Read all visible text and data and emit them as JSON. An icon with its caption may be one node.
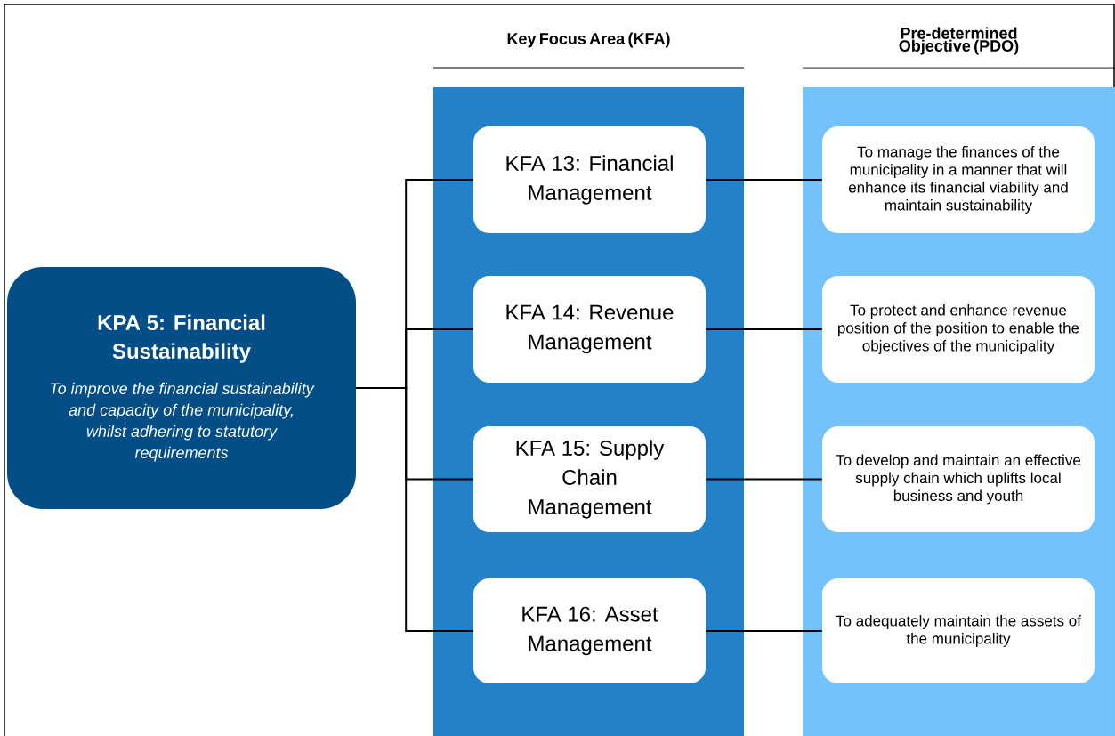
{
  "diagram": {
    "nodes": [
      {
        "text": [
          "KPA 5: Financial Sustainability",
          "To improve the financial sustainability and capacity of the municipality, whilst adhering to statutory requirements"
        ]
      },
      {
        "text": [
          "Key Focus Area (KFA)"
        ]
      },
      {
        "text": [
          "KFA 13: Financial Management"
        ],
        "in": 1
      },
      {
        "text": [
          "KFA 14: Revenue Management"
        ],
        "in": 1
      },
      {
        "text": [
          "KFA 15: Supply Chain Management"
        ],
        "in": 1
      },
      {
        "text": [
          "KFA 16: Asset Management"
        ],
        "in": 1
      },
      {
        "text": [
          "Pre-determined Objective (PDO)"
        ]
      },
      {
        "text": [
          "To manage the finances of the municipality in a manner that will enhance its financial viability and maintain sustainability"
        ],
        "in": 6
      },
      {
        "text": [
          "To protect and enhance revenue position of the position to enable the objectives of the municipality"
        ],
        "in": 6
      },
      {
        "text": [
          "To develop and maintain an effective supply chain which uplifts local business and youth"
        ],
        "in": 6
      },
      {
        "text": [
          "To adequately maintain the assets of the municipality"
        ],
        "in": 6
      }
    ],
    "edges": [
      {
        "from": 0,
        "to": 2,
        "arrow": "none"
      },
      {
        "from": 0,
        "to": 3,
        "arrow": "none"
      },
      {
        "from": 0,
        "to": 4,
        "arrow": "none"
      },
      {
        "from": 0,
        "to": 5,
        "arrow": "none"
      },
      {
        "from": 2,
        "to": 7,
        "arrow": "none"
      },
      {
        "from": 3,
        "to": 8,
        "arrow": "none"
      },
      {
        "from": 4,
        "to": 9,
        "arrow": "none"
      },
      {
        "from": 5,
        "to": 10,
        "arrow": "none"
      }
    ]
  }
}
